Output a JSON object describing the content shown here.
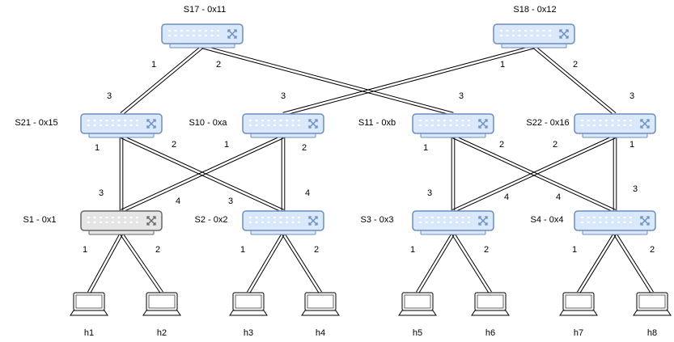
{
  "colors": {
    "switch_fill": "#dae8fc",
    "switch_stroke": "#6c8ebf",
    "selected_switch_fill": "#e6e6e6",
    "selected_switch_stroke": "#666666",
    "link": "#000000",
    "label": "#000000"
  },
  "switches": [
    {
      "id": "s17",
      "label": "S17 - 0x11"
    },
    {
      "id": "s18",
      "label": "S18 - 0x12"
    },
    {
      "id": "s21",
      "label": "S21 - 0x15"
    },
    {
      "id": "s10",
      "label": "S10 - 0xa"
    },
    {
      "id": "s11",
      "label": "S11 - 0xb"
    },
    {
      "id": "s22",
      "label": "S22 - 0x16"
    },
    {
      "id": "s1",
      "label": "S1 - 0x1",
      "selected": true
    },
    {
      "id": "s2",
      "label": "S2 - 0x2"
    },
    {
      "id": "s3",
      "label": "S3 - 0x3"
    },
    {
      "id": "s4",
      "label": "S4 - 0x4"
    }
  ],
  "hosts": [
    {
      "id": "h1",
      "label": "h1"
    },
    {
      "id": "h2",
      "label": "h2"
    },
    {
      "id": "h3",
      "label": "h3"
    },
    {
      "id": "h4",
      "label": "h4"
    },
    {
      "id": "h5",
      "label": "h5"
    },
    {
      "id": "h6",
      "label": "h6"
    },
    {
      "id": "h7",
      "label": "h7"
    },
    {
      "id": "h8",
      "label": "h8"
    }
  ],
  "links": [
    {
      "from": "s17",
      "to": "s21",
      "from_port": "1",
      "to_port": "3"
    },
    {
      "from": "s17",
      "to": "s11",
      "from_port": "2",
      "to_port": "3"
    },
    {
      "from": "s18",
      "to": "s10",
      "from_port": "1",
      "to_port": "3"
    },
    {
      "from": "s18",
      "to": "s22",
      "from_port": "2",
      "to_port": "3"
    },
    {
      "from": "s21",
      "to": "s1",
      "from_port": "1",
      "to_port": "3"
    },
    {
      "from": "s21",
      "to": "s2",
      "from_port": "2",
      "to_port": "3"
    },
    {
      "from": "s10",
      "to": "s1",
      "from_port": "1",
      "to_port": "4"
    },
    {
      "from": "s10",
      "to": "s2",
      "from_port": "2",
      "to_port": "4"
    },
    {
      "from": "s11",
      "to": "s3",
      "from_port": "1",
      "to_port": "3"
    },
    {
      "from": "s11",
      "to": "s4",
      "from_port": "2",
      "to_port": "4"
    },
    {
      "from": "s22",
      "to": "s3",
      "from_port": "2",
      "to_port": "4"
    },
    {
      "from": "s22",
      "to": "s4",
      "from_port": "1",
      "to_port": "3"
    },
    {
      "from": "s1",
      "to": "h1",
      "from_port": "1"
    },
    {
      "from": "s1",
      "to": "h2",
      "from_port": "2"
    },
    {
      "from": "s2",
      "to": "h3",
      "from_port": "1"
    },
    {
      "from": "s2",
      "to": "h4",
      "from_port": "2"
    },
    {
      "from": "s3",
      "to": "h5",
      "from_port": "1"
    },
    {
      "from": "s3",
      "to": "h6",
      "from_port": "2"
    },
    {
      "from": "s4",
      "to": "h7",
      "from_port": "1"
    },
    {
      "from": "s4",
      "to": "h8",
      "from_port": "2"
    }
  ]
}
